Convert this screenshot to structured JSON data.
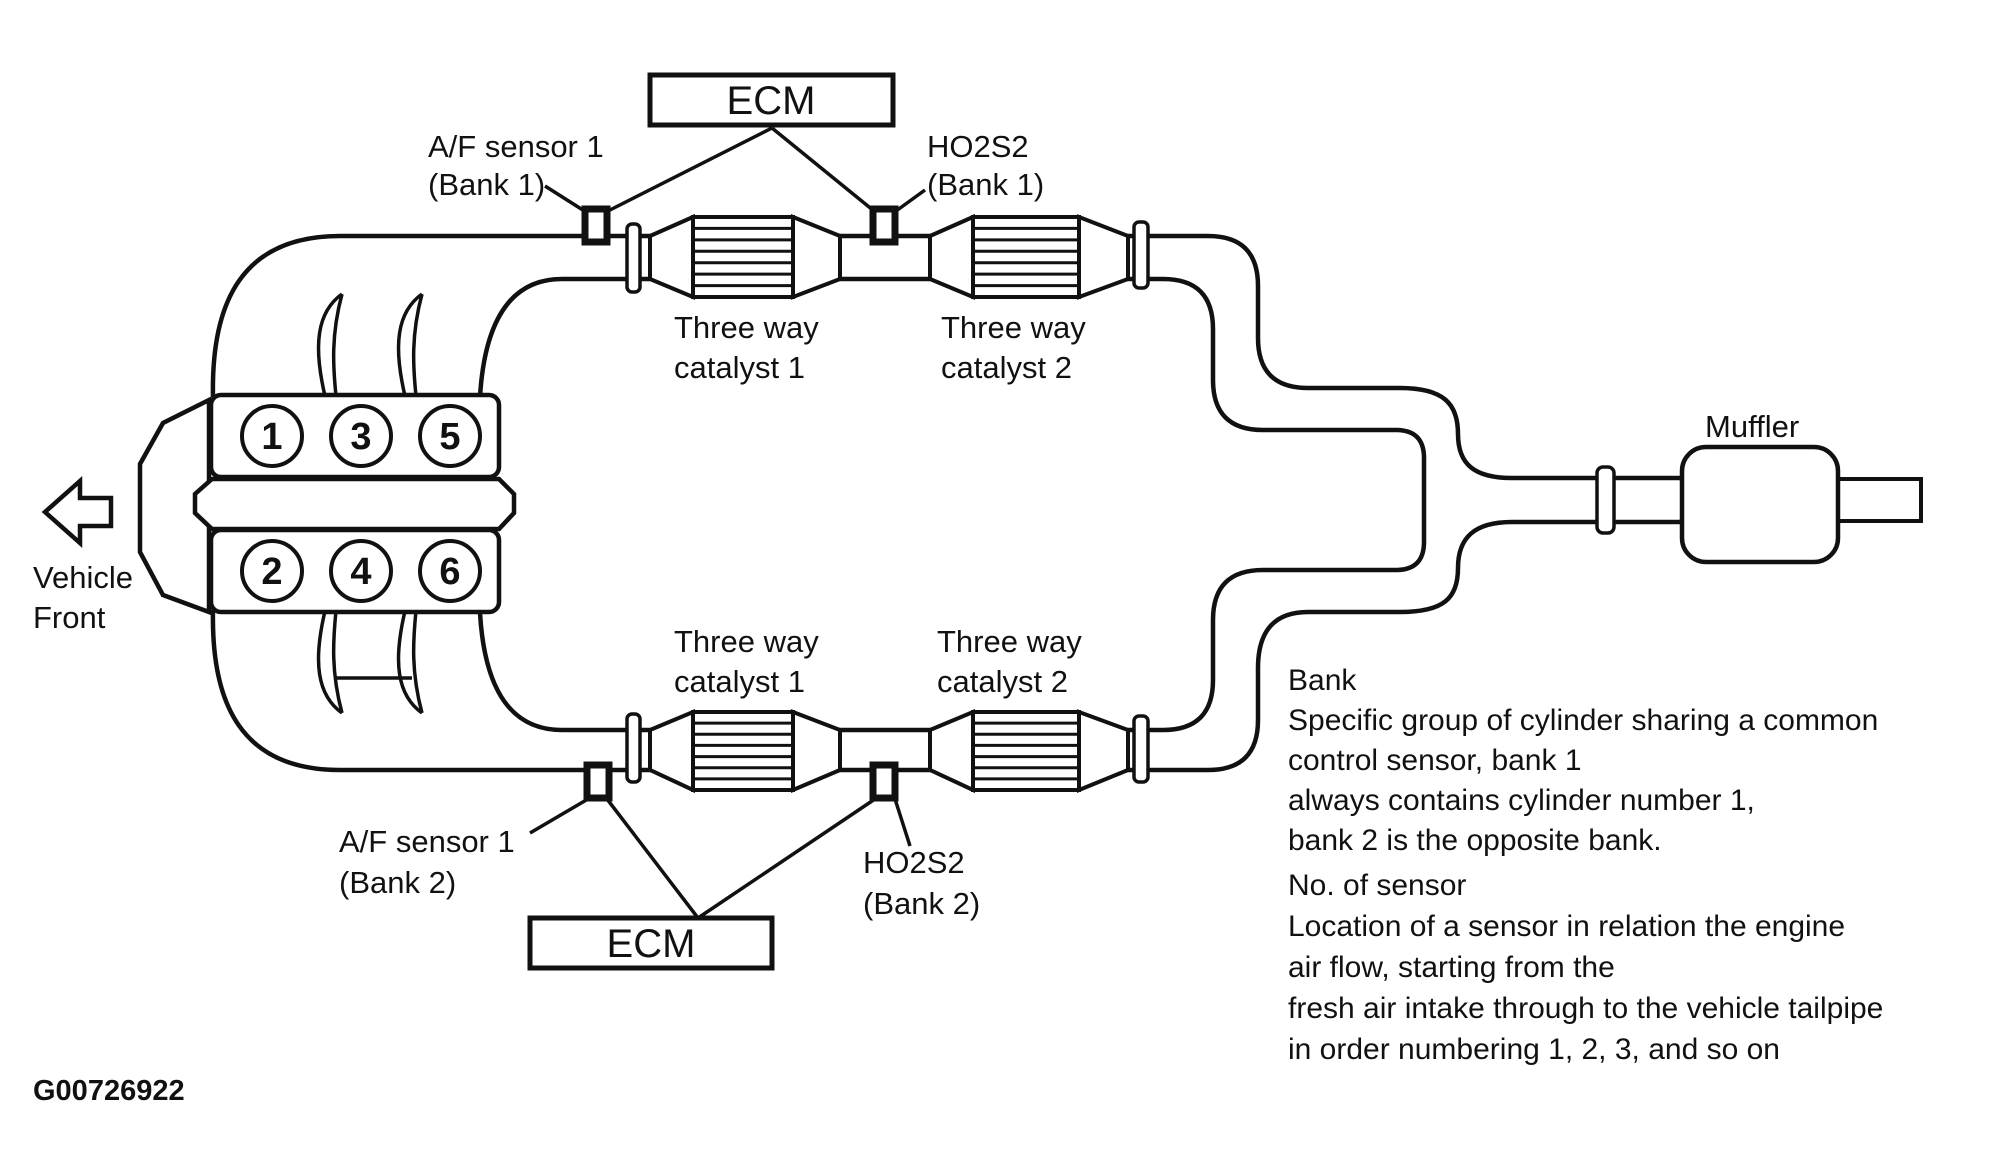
{
  "diagram": {
    "figure_id": "G00726922",
    "ecm_top": {
      "label": "ECM"
    },
    "ecm_bottom": {
      "label": "ECM"
    },
    "sensors": {
      "af_bank1": {
        "line1": "A/F sensor 1",
        "line2": "(Bank 1)"
      },
      "ho2s2_bank1": {
        "line1": "HO2S2",
        "line2": "(Bank 1)"
      },
      "af_bank2": {
        "line1": "A/F sensor 1",
        "line2": "(Bank 2)"
      },
      "ho2s2_bank2": {
        "line1": "HO2S2",
        "line2": "(Bank 2)"
      }
    },
    "catalysts": {
      "bank1_cat1": {
        "line1": "Three way",
        "line2": "catalyst 1"
      },
      "bank1_cat2": {
        "line1": "Three way",
        "line2": "catalyst 2"
      },
      "bank2_cat1": {
        "line1": "Three way",
        "line2": "catalyst 1"
      },
      "bank2_cat2": {
        "line1": "Three way",
        "line2": "catalyst 2"
      }
    },
    "muffler_label": "Muffler",
    "vehicle_front": {
      "line1": "Vehicle",
      "line2": "Front"
    },
    "cylinders": {
      "bank1": [
        "1",
        "3",
        "5"
      ],
      "bank2": [
        "2",
        "4",
        "6"
      ]
    }
  },
  "notes": {
    "bank": {
      "title": "Bank",
      "lines": [
        "Specific group of cylinder sharing a common",
        "control sensor, bank 1",
        "always contains cylinder number 1,",
        "bank 2 is the opposite bank."
      ]
    },
    "sensor_numbering": {
      "title": "No. of sensor",
      "lines": [
        "Location of a sensor in relation the engine",
        "air flow, starting from the",
        "fresh air intake through to the vehicle tailpipe",
        "in order numbering 1, 2, 3, and so on"
      ]
    }
  },
  "colors": {
    "ink": "#111111",
    "background": "#ffffff"
  }
}
